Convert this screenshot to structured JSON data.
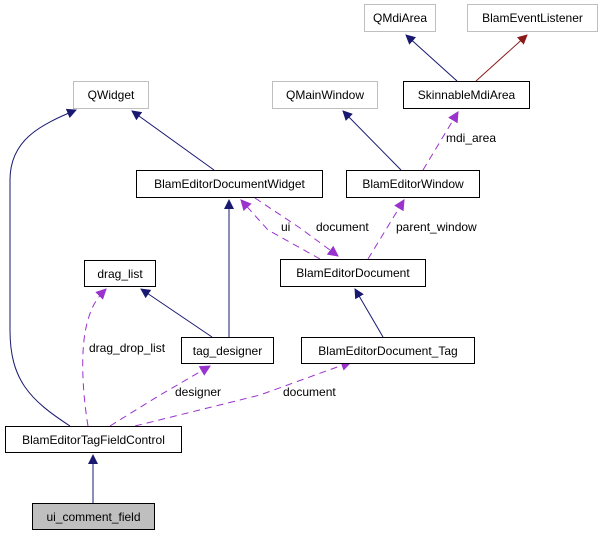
{
  "title": "Collaboration diagram for ui_comment_field",
  "colors": {
    "inheritance": "#191970",
    "inheritance_private": "#8b1a1a",
    "usage": "#9a32cd",
    "external_border": "#bfbfbf",
    "focus_fill": "#bfbfbf"
  },
  "nodes": {
    "qmdiarea": {
      "label": "QMdiArea",
      "kind": "external"
    },
    "blameventlistener": {
      "label": "BlamEventListener",
      "kind": "external"
    },
    "qwidget": {
      "label": "QWidget",
      "kind": "external"
    },
    "qmainwindow": {
      "label": "QMainWindow",
      "kind": "external"
    },
    "skinnablemdiarea": {
      "label": "SkinnableMdiArea",
      "kind": "normal"
    },
    "blameditordocumentwidget": {
      "label": "BlamEditorDocumentWidget",
      "kind": "normal"
    },
    "blameditorwindow": {
      "label": "BlamEditorWindow",
      "kind": "normal"
    },
    "drag_list": {
      "label": "drag_list",
      "kind": "normal"
    },
    "blameditordocument": {
      "label": "BlamEditorDocument",
      "kind": "normal"
    },
    "tag_designer": {
      "label": "tag_designer",
      "kind": "normal"
    },
    "blameditordocument_tag": {
      "label": "BlamEditorDocument_Tag",
      "kind": "normal"
    },
    "blameditortagfieldcontrol": {
      "label": "BlamEditorTagFieldControl",
      "kind": "normal"
    },
    "ui_comment_field": {
      "label": "ui_comment_field",
      "kind": "focus"
    }
  },
  "edges": [
    {
      "from": "SkinnableMdiArea",
      "to": "QMdiArea",
      "type": "inheritance"
    },
    {
      "from": "SkinnableMdiArea",
      "to": "BlamEventListener",
      "type": "inheritance_private"
    },
    {
      "from": "BlamEditorDocumentWidget",
      "to": "QWidget",
      "type": "inheritance"
    },
    {
      "from": "BlamEditorWindow",
      "to": "QMainWindow",
      "type": "inheritance"
    },
    {
      "from": "BlamEditorWindow",
      "to": "SkinnableMdiArea",
      "type": "usage",
      "label": "mdi_area"
    },
    {
      "from": "BlamEditorDocument",
      "to": "BlamEditorDocumentWidget",
      "type": "usage",
      "label": "ui"
    },
    {
      "from": "BlamEditorDocumentWidget",
      "to": "BlamEditorDocument",
      "type": "usage",
      "label": "document"
    },
    {
      "from": "BlamEditorDocument",
      "to": "BlamEditorWindow",
      "type": "usage",
      "label": "parent_window"
    },
    {
      "from": "tag_designer",
      "to": "drag_list",
      "type": "inheritance"
    },
    {
      "from": "tag_designer",
      "to": "BlamEditorDocumentWidget",
      "type": "inheritance"
    },
    {
      "from": "BlamEditorDocument_Tag",
      "to": "BlamEditorDocument",
      "type": "inheritance"
    },
    {
      "from": "BlamEditorTagFieldControl",
      "to": "QWidget",
      "type": "inheritance"
    },
    {
      "from": "BlamEditorTagFieldControl",
      "to": "drag_list",
      "type": "usage",
      "label": "drag_drop_list"
    },
    {
      "from": "BlamEditorTagFieldControl",
      "to": "tag_designer",
      "type": "usage",
      "label": "designer"
    },
    {
      "from": "BlamEditorTagFieldControl",
      "to": "BlamEditorDocument_Tag",
      "type": "usage",
      "label": "document"
    },
    {
      "from": "ui_comment_field",
      "to": "BlamEditorTagFieldControl",
      "type": "inheritance"
    }
  ],
  "edge_labels": {
    "mdi_area": "mdi_area",
    "ui": "ui",
    "document_top": "document",
    "parent_window": "parent_window",
    "drag_drop_list": "drag_drop_list",
    "designer": "designer",
    "document_bottom": "document"
  }
}
